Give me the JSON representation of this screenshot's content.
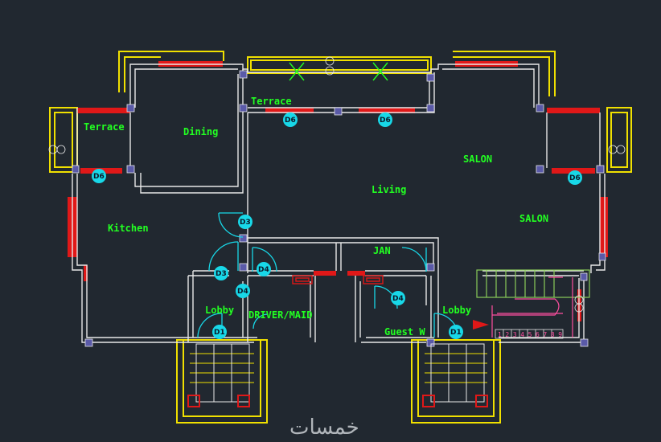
{
  "colors": {
    "background": "#212830",
    "wall": "#e8e8e8",
    "window": "#e01818",
    "balcony": "#f0e000",
    "label": "#22ff22",
    "door_tag": "#18d8e8",
    "column": "#5a5aa8",
    "stair": "#ff4fa0",
    "stair_green": "#8acd5a"
  },
  "rooms": [
    {
      "id": "terrace-left",
      "label": "Terrace"
    },
    {
      "id": "dining",
      "label": "Dining"
    },
    {
      "id": "terrace-top",
      "label": "Terrace"
    },
    {
      "id": "salon-1",
      "label": "SALON"
    },
    {
      "id": "salon-2",
      "label": "SALON"
    },
    {
      "id": "living",
      "label": "Living"
    },
    {
      "id": "kitchen",
      "label": "Kitchen"
    },
    {
      "id": "jan",
      "label": "JAN"
    },
    {
      "id": "lobby-left",
      "label": "Lobby"
    },
    {
      "id": "driver-maid",
      "label": "DRIVER/MAID"
    },
    {
      "id": "guest-wc",
      "label": "Guest W"
    },
    {
      "id": "lobby-right",
      "label": "Lobby"
    }
  ],
  "door_tags": [
    {
      "id": "d6-a",
      "label": "D6"
    },
    {
      "id": "d6-b",
      "label": "D6"
    },
    {
      "id": "d6-c",
      "label": "D6"
    },
    {
      "id": "d6-d",
      "label": "D6"
    },
    {
      "id": "d3-a",
      "label": "D3"
    },
    {
      "id": "d3-b",
      "label": "D3"
    },
    {
      "id": "d4-a",
      "label": "D4"
    },
    {
      "id": "d4-b",
      "label": "D4"
    },
    {
      "id": "d4-c",
      "label": "D4"
    },
    {
      "id": "d1-a",
      "label": "D1"
    },
    {
      "id": "d1-b",
      "label": "D1"
    }
  ],
  "stair_steps": [
    "1",
    "2",
    "3",
    "4",
    "5",
    "6",
    "7",
    "8",
    "9"
  ],
  "watermark": "خمسات"
}
